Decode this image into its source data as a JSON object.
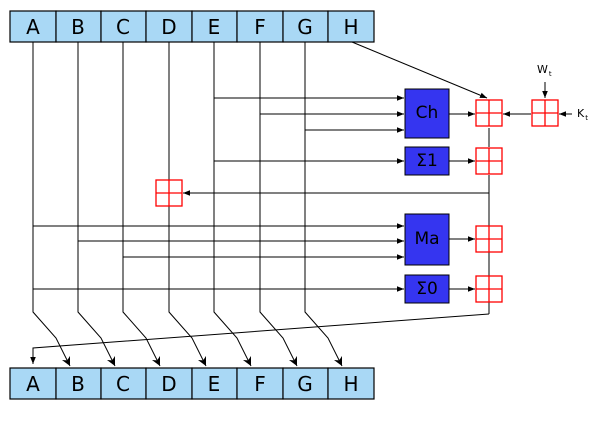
{
  "registers_top": [
    "A",
    "B",
    "C",
    "D",
    "E",
    "F",
    "G",
    "H"
  ],
  "registers_bottom": [
    "A",
    "B",
    "C",
    "D",
    "E",
    "F",
    "G",
    "H"
  ],
  "functions": {
    "ch": "Ch",
    "sigma1": "Σ1",
    "ma": "Ma",
    "sigma0": "Σ0"
  },
  "inputs": {
    "w": {
      "letter": "W",
      "sub": "t"
    },
    "k": {
      "letter": "K",
      "sub": "t"
    }
  },
  "colors": {
    "register_fill": "#a9d8f5",
    "function_fill": "#3535f0",
    "adder_stroke": "#ff0000"
  }
}
